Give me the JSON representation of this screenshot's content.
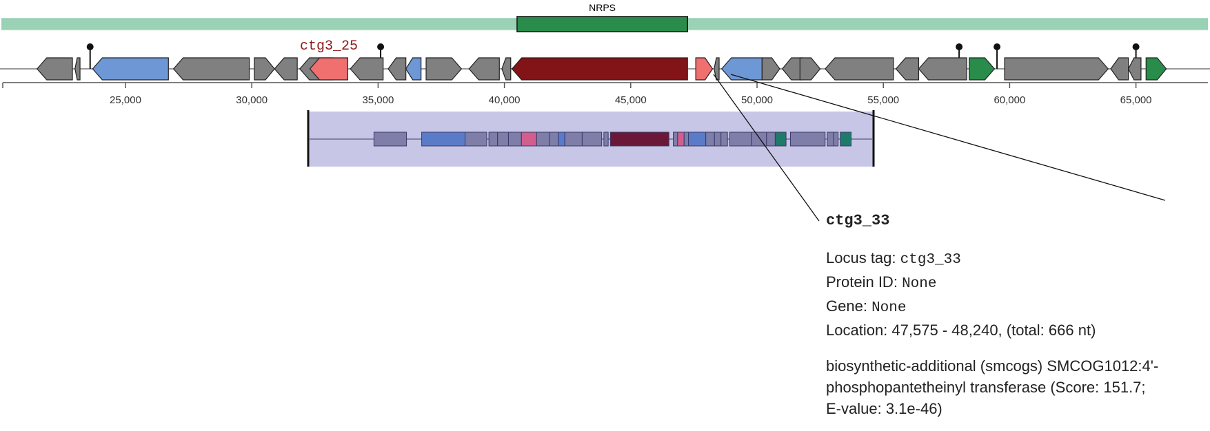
{
  "region": {
    "label": "NRPS",
    "start": 40500,
    "end": 47250
  },
  "ruler": {
    "ticks": [
      25000,
      30000,
      35000,
      40000,
      45000,
      50000,
      55000,
      60000,
      65000
    ],
    "tick_labels": [
      "25,000",
      "30,000",
      "35,000",
      "40,000",
      "45,000",
      "50,000",
      "55,000",
      "60,000",
      "65,000"
    ]
  },
  "colors": {
    "other": "#808080",
    "regulatory": "#6e97d6",
    "transport": "#6e97d6",
    "biosynthetic_additional": "#f07070",
    "core": "#821418",
    "other_green": "#2a8c4a",
    "region_bar": "#2a8c4a",
    "track_bg": "#a8d8c0",
    "label": "#8b1a1a",
    "minimap_bg": "#c8c6e6"
  },
  "genes": [
    {
      "start": 21500,
      "end": 22900,
      "strand": -1,
      "kind": "other"
    },
    {
      "start": 23000,
      "end": 23200,
      "strand": -1,
      "kind": "other"
    },
    {
      "start": 23700,
      "end": 26700,
      "strand": -1,
      "kind": "regulatory"
    },
    {
      "start": 26900,
      "end": 29900,
      "strand": -1,
      "kind": "other"
    },
    {
      "start": 30100,
      "end": 30900,
      "strand": 1,
      "kind": "other"
    },
    {
      "start": 30900,
      "end": 31800,
      "strand": -1,
      "kind": "other"
    },
    {
      "start": 31900,
      "end": 33200,
      "strand": -1,
      "kind": "other"
    },
    {
      "start": 32300,
      "end": 33800,
      "strand": -1,
      "kind": "biosynthetic_additional",
      "label": "ctg3_25"
    },
    {
      "start": 33900,
      "end": 35200,
      "strand": -1,
      "kind": "other"
    },
    {
      "start": 35400,
      "end": 36100,
      "strand": -1,
      "kind": "other"
    },
    {
      "start": 36100,
      "end": 36700,
      "strand": -1,
      "kind": "transport"
    },
    {
      "start": 36900,
      "end": 38300,
      "strand": 1,
      "kind": "other"
    },
    {
      "start": 38600,
      "end": 39800,
      "strand": -1,
      "kind": "other"
    },
    {
      "start": 39900,
      "end": 40250,
      "strand": -1,
      "kind": "other"
    },
    {
      "start": 40300,
      "end": 47250,
      "strand": -1,
      "kind": "core"
    },
    {
      "start": 47575,
      "end": 48240,
      "strand": 1,
      "kind": "biosynthetic_additional"
    },
    {
      "start": 48300,
      "end": 48500,
      "strand": -1,
      "kind": "other"
    },
    {
      "start": 48600,
      "end": 50200,
      "strand": -1,
      "kind": "regulatory"
    },
    {
      "start": 50200,
      "end": 50900,
      "strand": 1,
      "kind": "other"
    },
    {
      "start": 51000,
      "end": 51800,
      "strand": -1,
      "kind": "other"
    },
    {
      "start": 51700,
      "end": 52500,
      "strand": 1,
      "kind": "other"
    },
    {
      "start": 52700,
      "end": 55400,
      "strand": -1,
      "kind": "other"
    },
    {
      "start": 55500,
      "end": 56400,
      "strand": -1,
      "kind": "other"
    },
    {
      "start": 56400,
      "end": 58300,
      "strand": -1,
      "kind": "other"
    },
    {
      "start": 58400,
      "end": 59400,
      "strand": 1,
      "kind": "other_green"
    },
    {
      "start": 59800,
      "end": 63900,
      "strand": 1,
      "kind": "other"
    },
    {
      "start": 64000,
      "end": 64700,
      "strand": -1,
      "kind": "other"
    },
    {
      "start": 64700,
      "end": 65200,
      "strand": -1,
      "kind": "other"
    },
    {
      "start": 65400,
      "end": 66200,
      "strand": 1,
      "kind": "other_green"
    }
  ],
  "terminators": [
    23600,
    35100,
    58000,
    59500,
    65000
  ],
  "minimap": {
    "blocks": [
      {
        "start": 30,
        "end": 45,
        "kind": "other"
      },
      {
        "start": 52,
        "end": 72,
        "kind": "regulatory"
      },
      {
        "start": 72,
        "end": 82,
        "kind": "other"
      },
      {
        "start": 83,
        "end": 87,
        "kind": "other"
      },
      {
        "start": 87,
        "end": 92,
        "kind": "other"
      },
      {
        "start": 92,
        "end": 98,
        "kind": "other"
      },
      {
        "start": 98,
        "end": 105,
        "kind": "biosynthetic_additional"
      },
      {
        "start": 105,
        "end": 111,
        "kind": "other"
      },
      {
        "start": 111,
        "end": 115,
        "kind": "other"
      },
      {
        "start": 115,
        "end": 118,
        "kind": "regulatory"
      },
      {
        "start": 118,
        "end": 126,
        "kind": "other"
      },
      {
        "start": 126,
        "end": 135,
        "kind": "other"
      },
      {
        "start": 136,
        "end": 138,
        "kind": "other"
      },
      {
        "start": 139,
        "end": 166,
        "kind": "core"
      },
      {
        "start": 168,
        "end": 170,
        "kind": "other"
      },
      {
        "start": 170,
        "end": 173,
        "kind": "biosynthetic_additional"
      },
      {
        "start": 173,
        "end": 175,
        "kind": "other"
      },
      {
        "start": 175,
        "end": 183,
        "kind": "regulatory"
      },
      {
        "start": 183,
        "end": 187,
        "kind": "other"
      },
      {
        "start": 187,
        "end": 190,
        "kind": "other"
      },
      {
        "start": 190,
        "end": 193,
        "kind": "other"
      },
      {
        "start": 194,
        "end": 204,
        "kind": "other"
      },
      {
        "start": 204,
        "end": 211,
        "kind": "other"
      },
      {
        "start": 211,
        "end": 215,
        "kind": "other"
      },
      {
        "start": 215,
        "end": 220,
        "kind": "other_green"
      },
      {
        "start": 222,
        "end": 238,
        "kind": "other"
      },
      {
        "start": 239,
        "end": 242,
        "kind": "other"
      },
      {
        "start": 242,
        "end": 244,
        "kind": "other"
      },
      {
        "start": 245,
        "end": 250,
        "kind": "other_green"
      }
    ]
  },
  "selected_gene": {
    "name": "ctg3_33",
    "locus_tag_label": "Locus tag:",
    "locus_tag": "ctg3_33",
    "protein_id_label": "Protein ID:",
    "protein_id": "None",
    "gene_label": "Gene:",
    "gene": "None",
    "location_label": "Location:",
    "location": "47,575 - 48,240, (total: 666 nt)",
    "annotation_line1": "biosynthetic-additional (smcogs) SMCOG1012:4'-",
    "annotation_line2": "phosphopantetheinyl transferase (Score: 151.7;",
    "annotation_line3": "E-value: 3.1e-46)"
  }
}
